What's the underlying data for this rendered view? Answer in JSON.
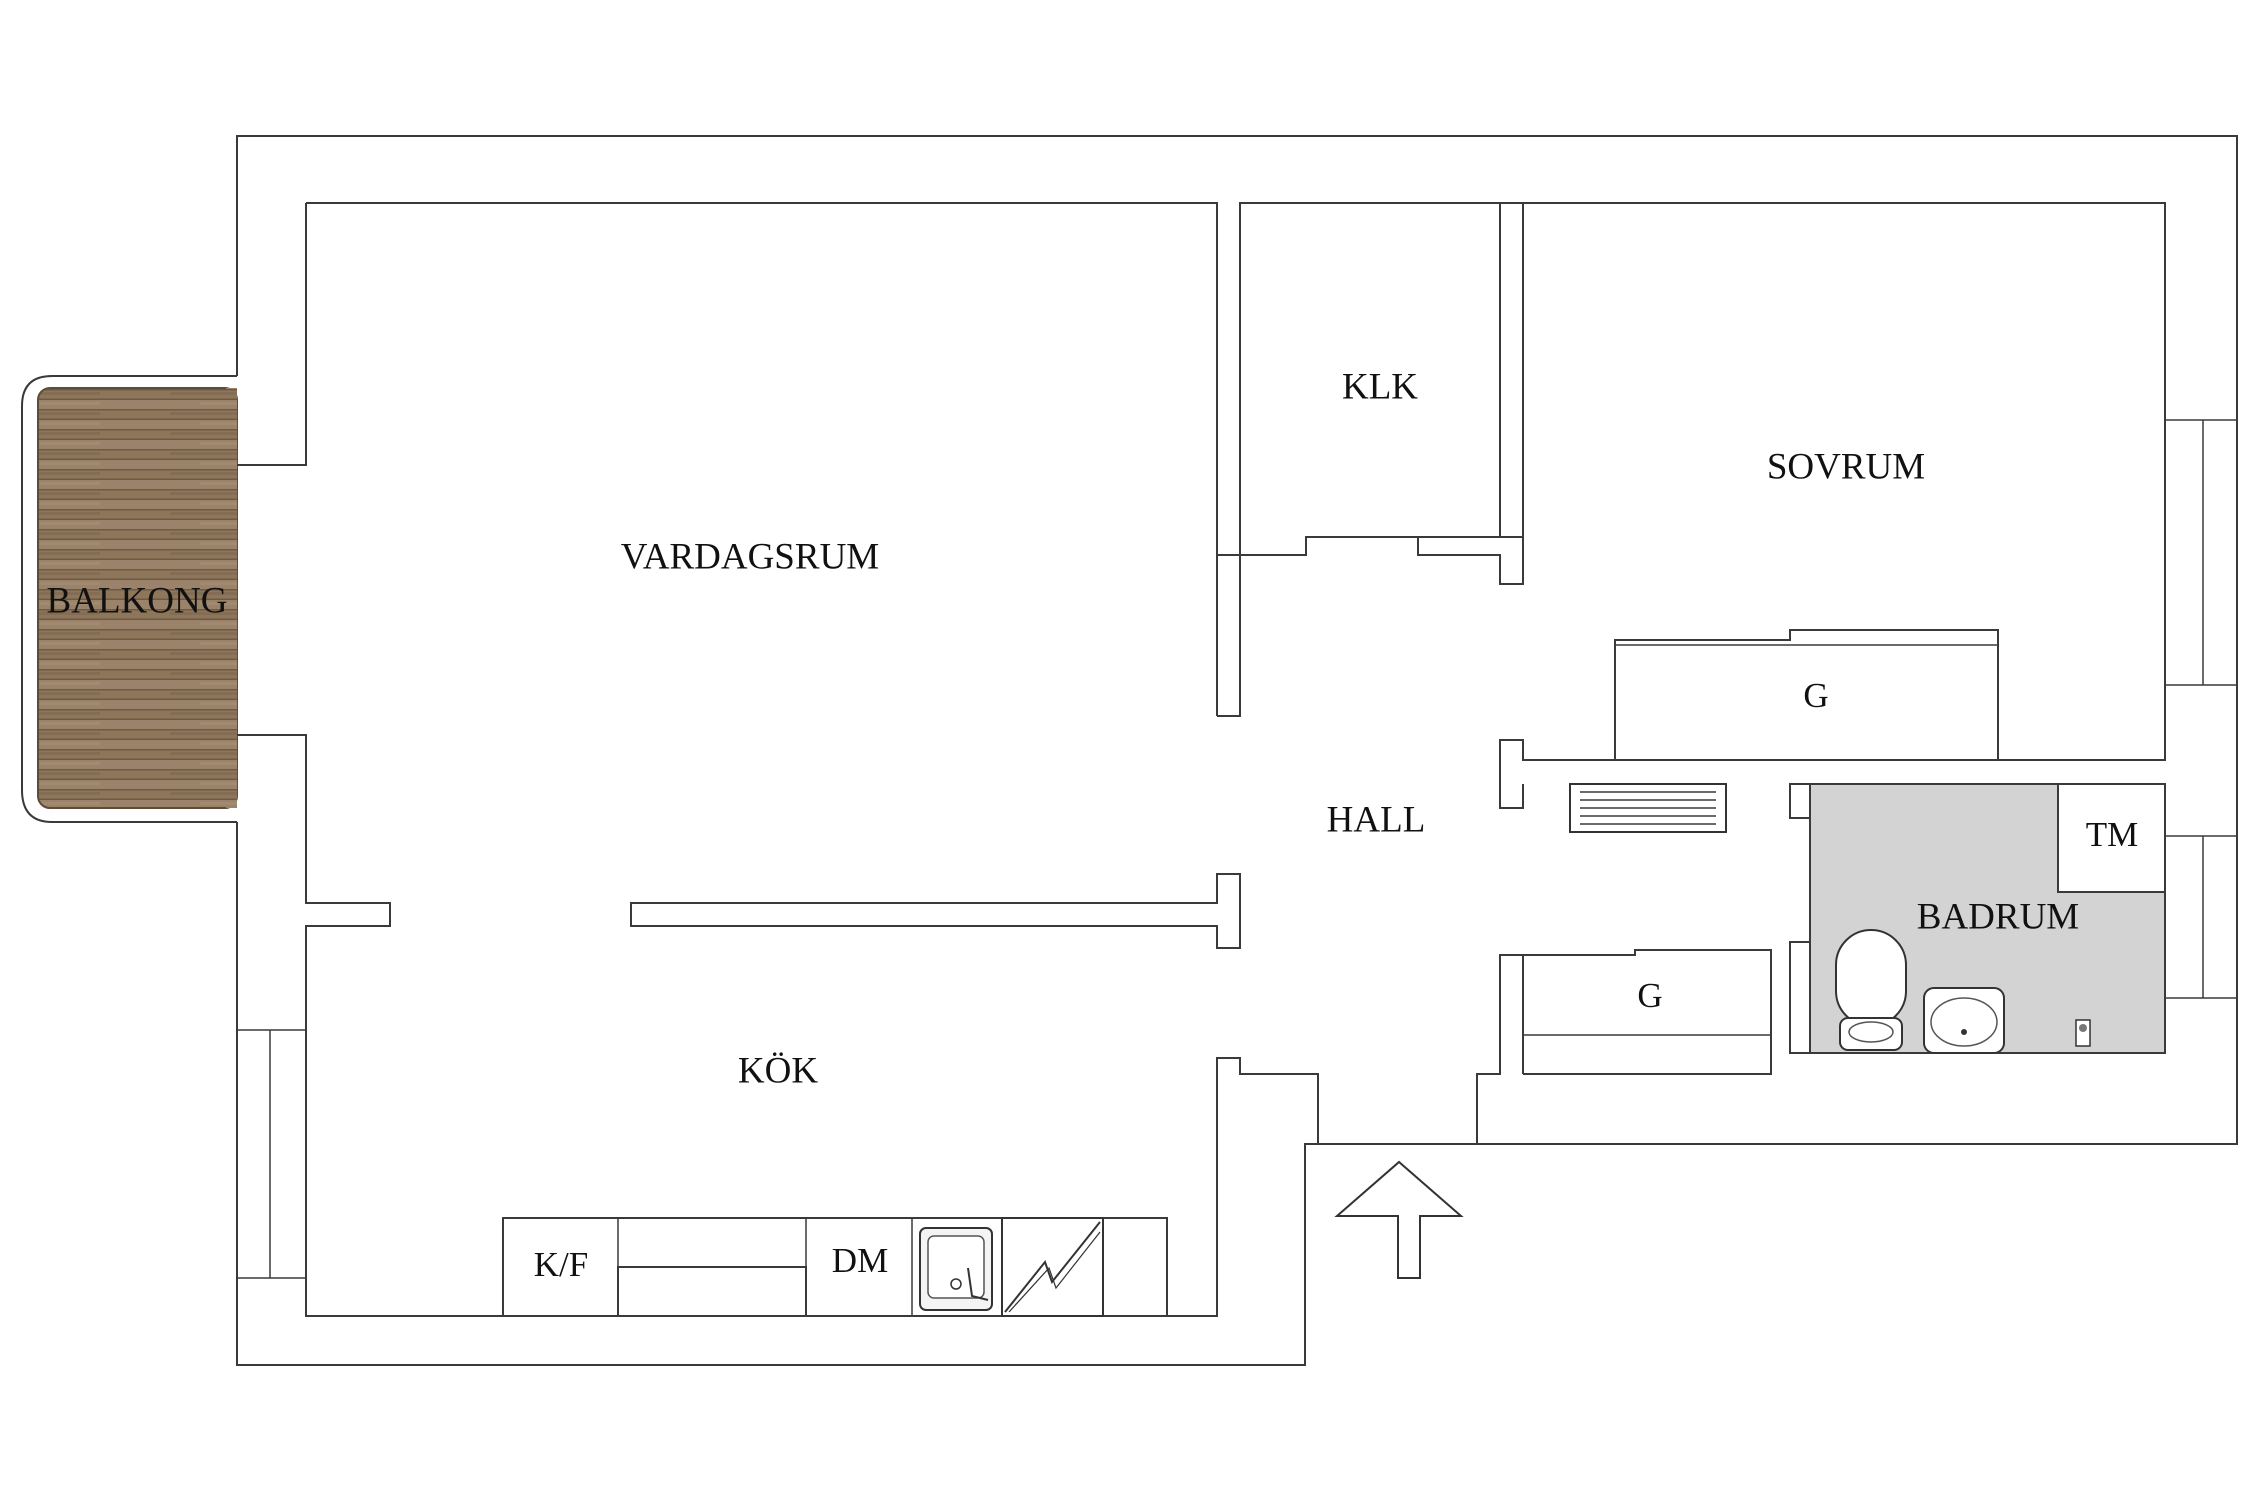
{
  "rooms": {
    "balkong": "BALKONG",
    "vardagsrum": "VARDAGSRUM",
    "klk": "KLK",
    "sovrum": "SOVRUM",
    "hall": "HALL",
    "kok": "KÖK",
    "badrum": "BADRUM"
  },
  "fixtures": {
    "garderob_sovrum": "G",
    "garderob_hall": "G",
    "tvattmaskin": "TM",
    "kyl_frys": "K/F",
    "diskmaskin": "DM"
  },
  "colors": {
    "wall_line": "#3a3a3a",
    "bathroom_floor": "#d3d3d3",
    "balcony_deck": "#8a7358",
    "background": "#ffffff"
  },
  "icons": {
    "entrance": "entrance-arrow-icon",
    "sink": "kitchen-sink-icon",
    "stove": "stove-icon",
    "toilet": "toilet-icon",
    "washbasin": "washbasin-icon",
    "radiator": "radiator-icon",
    "floor_drain": "floor-drain-icon"
  }
}
